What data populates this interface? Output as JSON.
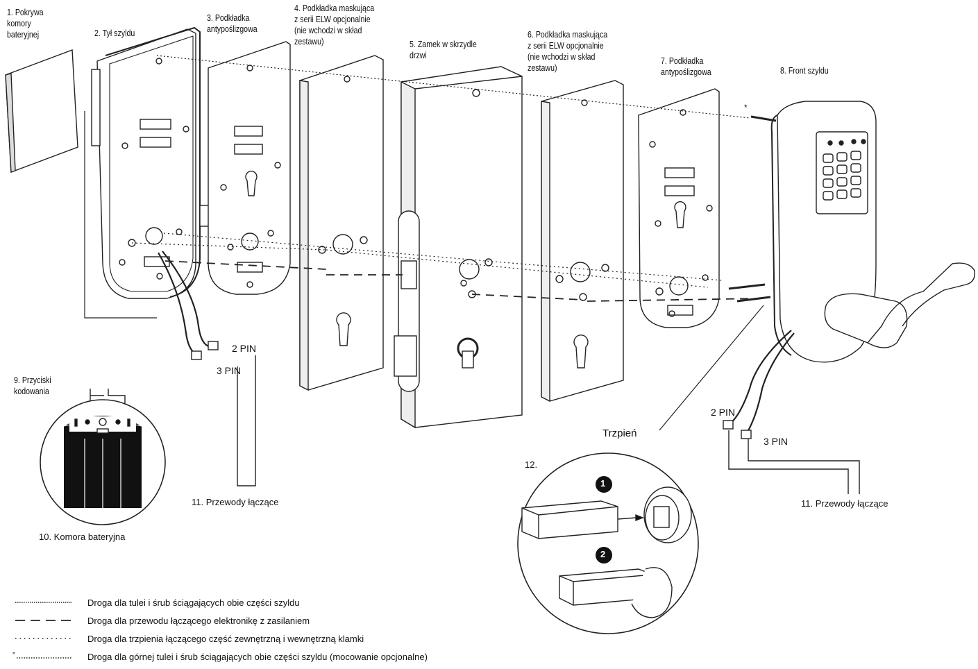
{
  "labels": {
    "battery_cover": "1. Pokrywa\nkomory\nbateryjnej",
    "back_plate": "2. Tył szyldu",
    "antislip_pad_back": "3. Podkładka\nantypoślizgowa",
    "mask_pad_back": "4. Podkładka maskująca\nz serii ELW opcjonalnie\n(nie wchodzi w skład\nzestawu)",
    "door_lock": "5. Zamek w skrzydle\ndrzwi",
    "mask_pad_front": "6. Podkładka maskująca\nz serii ELW opcjonalnie\n(nie wchodzi w skład\nzestawu)",
    "antislip_pad_front": "7. Podkładka\nantypoślizgowa",
    "front_plate": "8. Front szyldu",
    "coding_buttons": "9. Przyciski\nkodowania",
    "battery_compartment": "10. Komora bateryjna",
    "wires_left": "11. Przewody łączące",
    "wires_right": "11. Przewody łączące",
    "spindle_detail_number": "12.",
    "spindle": "Trzpień",
    "step1": "1",
    "step2": "2",
    "star": "*"
  },
  "pins": {
    "left_2pin": "2 PIN",
    "left_3pin": "3 PIN",
    "right_2pin": "2 PIN",
    "right_3pin": "3 PIN"
  },
  "legend": [
    {
      "style": "fine-dotted",
      "text": "Droga dla tulei i śrub ściągających obie części szyldu"
    },
    {
      "style": "dashed",
      "text": "Droga dla przewodu łączącego elektronikę z zasilaniem"
    },
    {
      "style": "sparse-dotted",
      "text": "Droga dla trzpienia łączącego część zewnętrzną i wewnętrzną klamki"
    },
    {
      "style": "star-dotted",
      "text": "Droga dla górnej tulei i śrub ściągających obie części szyldu (mocowanie opcjonalne)"
    }
  ]
}
